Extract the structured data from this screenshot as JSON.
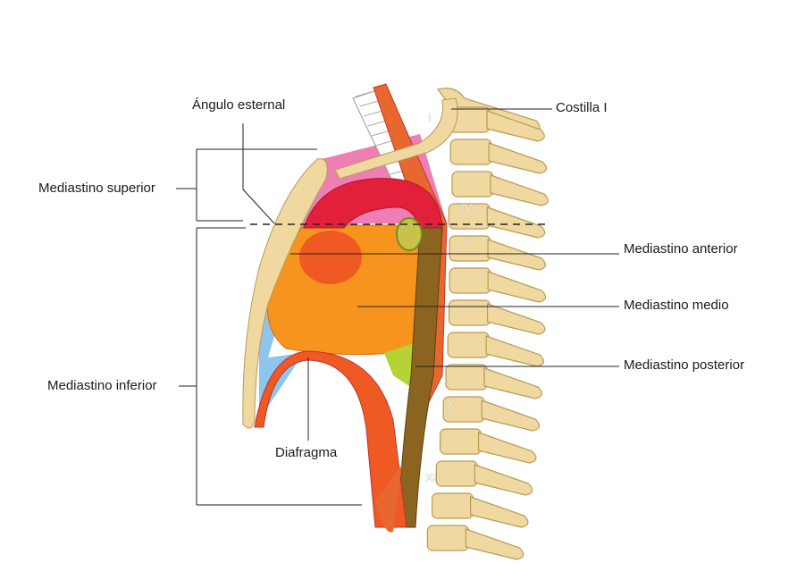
{
  "labels": {
    "angulo_esternal": "Ángulo esternal",
    "costilla_i": "Costilla I",
    "mediastino_superior": "Mediastino superior",
    "mediastino_anterior": "Mediastino anterior",
    "mediastino_medio": "Mediastino medio",
    "mediastino_posterior": "Mediastino posterior",
    "mediastino_inferior": "Mediastino inferior",
    "diafragma": "Diafragma"
  },
  "vertebrae": {
    "v1": "I",
    "v4": "IV",
    "v5": "V",
    "v10": "X",
    "v12": "XII"
  },
  "colors": {
    "bone": "#f0d9a0",
    "heart": "#f7941d",
    "anterior": "#8ec5ef",
    "aorta": "#8b6420",
    "arch": "#e3203a",
    "posterior": "#b5d334",
    "pink": "#ee7fb4"
  }
}
